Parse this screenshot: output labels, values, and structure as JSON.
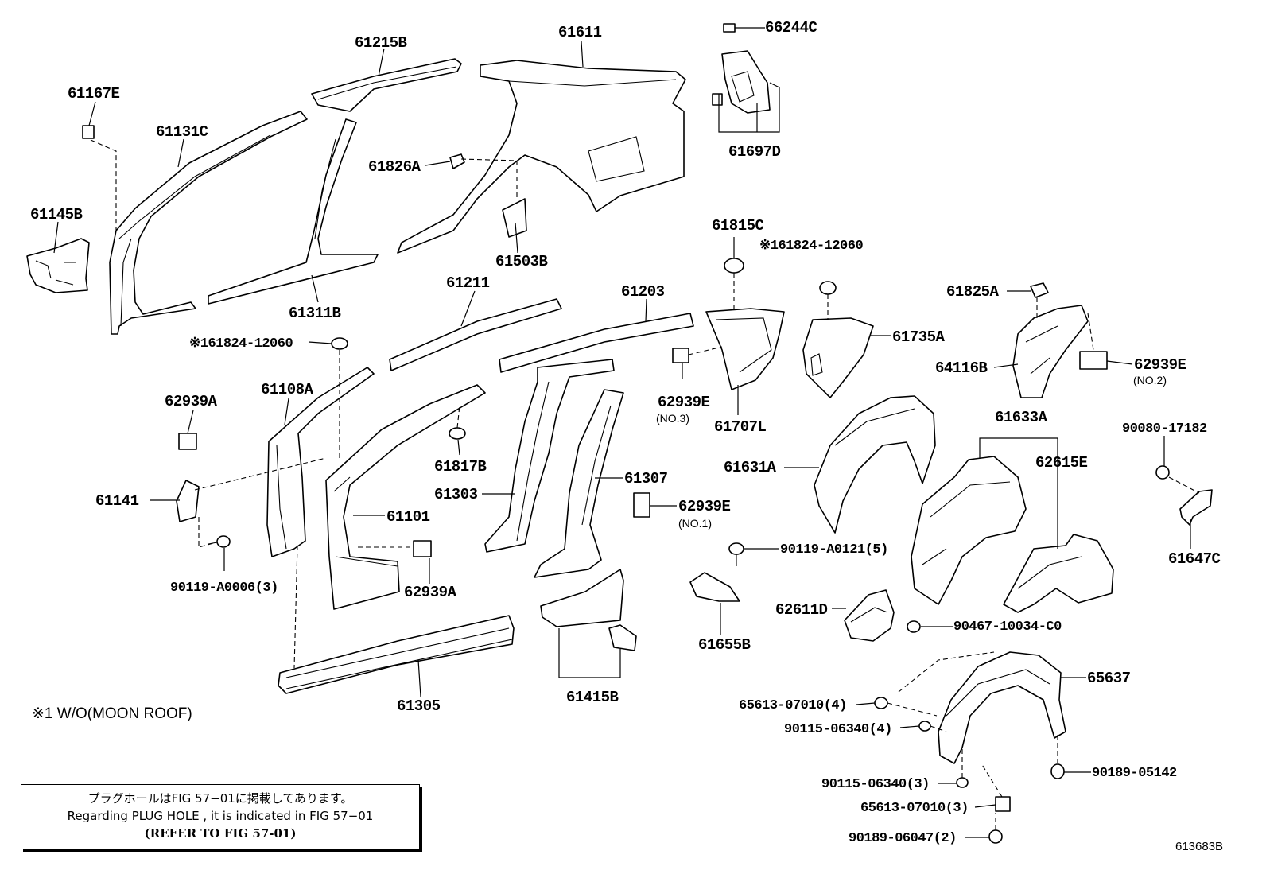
{
  "callouts": [
    {
      "text": "61215B"
    },
    {
      "text": "61611"
    },
    {
      "text": "66244C"
    },
    {
      "text": "61167E"
    },
    {
      "text": "61131C"
    },
    {
      "text": "61697D"
    },
    {
      "text": "61826A"
    },
    {
      "text": "61145B"
    },
    {
      "text": "61503B"
    },
    {
      "text": "61311B"
    },
    {
      "text": "61815C"
    },
    {
      "text": "※161824-12060"
    },
    {
      "text": "61211"
    },
    {
      "text": "61203"
    },
    {
      "text": "61825A"
    },
    {
      "text": "※161824-12060"
    },
    {
      "text": "61735A"
    },
    {
      "text": "64116B"
    },
    {
      "text": "62939E"
    },
    {
      "text": "62939A"
    },
    {
      "text": "61108A"
    },
    {
      "text": "62939E"
    },
    {
      "text": "61633A"
    },
    {
      "text": "61707L"
    },
    {
      "text": "90080-17182"
    },
    {
      "text": "61817B"
    },
    {
      "text": "61631A"
    },
    {
      "text": "62615E"
    },
    {
      "text": "61141"
    },
    {
      "text": "61303"
    },
    {
      "text": "61307"
    },
    {
      "text": "62939E"
    },
    {
      "text": "61101"
    },
    {
      "text": "61647C"
    },
    {
      "text": "90119-A0121(5)"
    },
    {
      "text": "90119-A0006(3)"
    },
    {
      "text": "62939A"
    },
    {
      "text": "62611D"
    },
    {
      "text": "90467-10034-C0"
    },
    {
      "text": "61655B"
    },
    {
      "text": "65637"
    },
    {
      "text": "61305"
    },
    {
      "text": "61415B"
    },
    {
      "text": "65613-07010(4)"
    },
    {
      "text": "90115-06340(4)"
    },
    {
      "text": "90189-05142"
    },
    {
      "text": "90115-06340(3)"
    },
    {
      "text": "65613-07010(3)"
    },
    {
      "text": "90189-06047(2)"
    }
  ],
  "notes": [
    {
      "text": "(NO.2)"
    },
    {
      "text": "(NO.3)"
    },
    {
      "text": "(NO.1)"
    }
  ],
  "footnote": "※1 W/O(MOON ROOF)",
  "info_box": {
    "line1": "プラグホールはFIG 57−01に掲載してあります。",
    "line2": "Regarding PLUG HOLE , it is indicated in FIG 57−01",
    "line3": "(REFER TO FIG 57-01)"
  },
  "figure_code": "613683B"
}
